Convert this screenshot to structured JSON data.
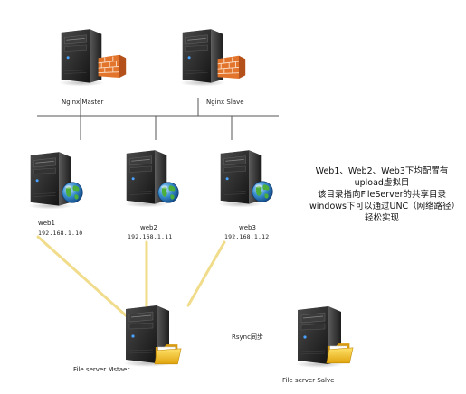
{
  "nodes": {
    "nginx_master": {
      "label": "Nginx Master"
    },
    "nginx_slave": {
      "label": "Nginx Slave"
    },
    "web1": {
      "label": "web1",
      "ip": "192.168.1.10"
    },
    "web2": {
      "label": "web2",
      "ip": "192.168.1.11"
    },
    "web3": {
      "label": "web3",
      "ip": "192.168.1.12"
    },
    "file_master": {
      "label": "File server Mstaer"
    },
    "file_slave": {
      "label": "File server Salve"
    }
  },
  "rsync_label": "Rsync同步",
  "note": {
    "line1": "Web1、Web2、Web3下均配置有",
    "line2": "upload虚拟目",
    "line3": "该目录指向FileServer的共享目录",
    "line4": "windows下可以通过UNC（网络路径）",
    "line5": "轻松实现"
  },
  "colors": {
    "network_line": "#555555",
    "sync_line": "#f0dc8a",
    "server_body": "#2a2a2a",
    "firewall": "#e2742c",
    "globe": "#3a8fd0",
    "folder": "#f2c21a"
  },
  "icons": {
    "nginx_master": [
      "server-icon",
      "firewall-icon"
    ],
    "nginx_slave": [
      "server-icon",
      "firewall-icon"
    ],
    "web1": [
      "server-icon",
      "globe-icon"
    ],
    "web2": [
      "server-icon",
      "globe-icon"
    ],
    "web3": [
      "server-icon",
      "globe-icon"
    ],
    "file_master": [
      "server-icon",
      "folder-icon"
    ],
    "file_slave": [
      "server-icon",
      "folder-icon"
    ]
  }
}
